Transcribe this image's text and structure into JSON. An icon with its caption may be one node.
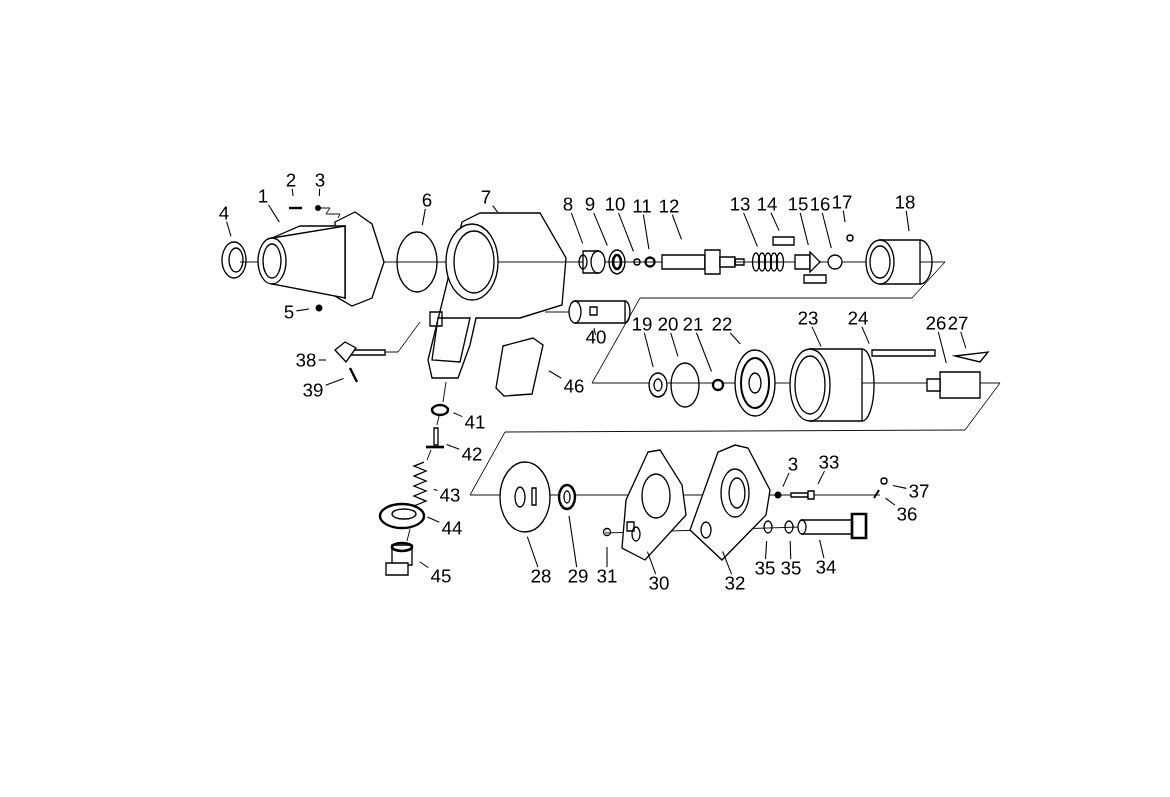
{
  "diagram": {
    "nodes": [
      {
        "text": [
          "4"
        ]
      },
      {
        "text": [
          "1"
        ]
      },
      {
        "text": [
          "2"
        ]
      },
      {
        "text": [
          "3"
        ]
      },
      {
        "text": [
          "6"
        ]
      },
      {
        "text": [
          "7"
        ]
      },
      {
        "text": [
          "8"
        ]
      },
      {
        "text": [
          "9"
        ]
      },
      {
        "text": [
          "10"
        ]
      },
      {
        "text": [
          "11"
        ]
      },
      {
        "text": [
          "12"
        ]
      },
      {
        "text": [
          "13"
        ]
      },
      {
        "text": [
          "14"
        ]
      },
      {
        "text": [
          "15"
        ]
      },
      {
        "text": [
          "16"
        ]
      },
      {
        "text": [
          "17"
        ]
      },
      {
        "text": [
          "18"
        ]
      },
      {
        "text": [
          "5"
        ]
      },
      {
        "text": [
          "40"
        ]
      },
      {
        "text": [
          "19"
        ]
      },
      {
        "text": [
          "20"
        ]
      },
      {
        "text": [
          "21"
        ]
      },
      {
        "text": [
          "22"
        ]
      },
      {
        "text": [
          "23"
        ]
      },
      {
        "text": [
          "24"
        ]
      },
      {
        "text": [
          "26"
        ]
      },
      {
        "text": [
          "27"
        ]
      },
      {
        "text": [
          "38"
        ]
      },
      {
        "text": [
          "39"
        ]
      },
      {
        "text": [
          "46"
        ]
      },
      {
        "text": [
          "41"
        ]
      },
      {
        "text": [
          "42"
        ]
      },
      {
        "text": [
          "3"
        ]
      },
      {
        "text": [
          "33"
        ]
      },
      {
        "text": [
          "37"
        ]
      },
      {
        "text": [
          "43"
        ]
      },
      {
        "text": [
          "36"
        ]
      },
      {
        "text": [
          "44"
        ]
      },
      {
        "text": [
          "35"
        ]
      },
      {
        "text": [
          "35"
        ]
      },
      {
        "text": [
          "34"
        ]
      },
      {
        "text": [
          "45"
        ]
      },
      {
        "text": [
          "28"
        ]
      },
      {
        "text": [
          "29"
        ]
      },
      {
        "text": [
          "31"
        ]
      },
      {
        "text": [
          "30"
        ]
      },
      {
        "text": [
          "32"
        ]
      }
    ],
    "edges": [
      {
        "from": 0,
        "to": null,
        "arrow": "none"
      },
      {
        "from": 1,
        "to": null,
        "arrow": "none"
      },
      {
        "from": 2,
        "to": null,
        "arrow": "none"
      },
      {
        "from": 3,
        "to": null,
        "arrow": "none"
      },
      {
        "from": 4,
        "to": null,
        "arrow": "none"
      },
      {
        "from": 5,
        "to": null,
        "arrow": "none"
      },
      {
        "from": 6,
        "to": null,
        "arrow": "none"
      },
      {
        "from": 7,
        "to": null,
        "arrow": "none"
      },
      {
        "from": 8,
        "to": null,
        "arrow": "none"
      },
      {
        "from": 9,
        "to": null,
        "arrow": "none"
      },
      {
        "from": 10,
        "to": null,
        "arrow": "none"
      },
      {
        "from": 11,
        "to": null,
        "arrow": "none"
      },
      {
        "from": 12,
        "to": null,
        "arrow": "none"
      },
      {
        "from": 13,
        "to": null,
        "arrow": "none"
      },
      {
        "from": 14,
        "to": null,
        "arrow": "none"
      },
      {
        "from": 15,
        "to": null,
        "arrow": "none"
      },
      {
        "from": 16,
        "to": null,
        "arrow": "none"
      },
      {
        "from": 17,
        "to": null,
        "arrow": "none"
      },
      {
        "from": 18,
        "to": null,
        "arrow": "none"
      },
      {
        "from": 19,
        "to": null,
        "arrow": "none"
      },
      {
        "from": 20,
        "to": null,
        "arrow": "none"
      },
      {
        "from": 21,
        "to": null,
        "arrow": "none"
      },
      {
        "from": 22,
        "to": null,
        "arrow": "none"
      },
      {
        "from": 23,
        "to": null,
        "arrow": "none"
      },
      {
        "from": 24,
        "to": null,
        "arrow": "none"
      },
      {
        "from": 25,
        "to": null,
        "arrow": "none"
      },
      {
        "from": 26,
        "to": null,
        "arrow": "none"
      },
      {
        "from": 27,
        "to": null,
        "arrow": "none"
      },
      {
        "from": 28,
        "to": null,
        "arrow": "none"
      },
      {
        "from": 29,
        "to": null,
        "arrow": "none"
      },
      {
        "from": 30,
        "to": null,
        "arrow": "none"
      },
      {
        "from": 31,
        "to": null,
        "arrow": "none"
      },
      {
        "from": 32,
        "to": null,
        "arrow": "none"
      },
      {
        "from": 33,
        "to": null,
        "arrow": "none"
      },
      {
        "from": 34,
        "to": null,
        "arrow": "none"
      },
      {
        "from": 35,
        "to": null,
        "arrow": "none"
      },
      {
        "from": 36,
        "to": null,
        "arrow": "none"
      },
      {
        "from": 37,
        "to": null,
        "arrow": "none"
      },
      {
        "from": 38,
        "to": null,
        "arrow": "none"
      },
      {
        "from": 39,
        "to": null,
        "arrow": "none"
      },
      {
        "from": 40,
        "to": null,
        "arrow": "none"
      },
      {
        "from": 41,
        "to": null,
        "arrow": "none"
      },
      {
        "from": 42,
        "to": null,
        "arrow": "none"
      },
      {
        "from": 43,
        "to": null,
        "arrow": "none"
      },
      {
        "from": 44,
        "to": null,
        "arrow": "none"
      },
      {
        "from": 45,
        "to": null,
        "arrow": "none"
      },
      {
        "from": 46,
        "to": null,
        "arrow": "none"
      }
    ]
  }
}
